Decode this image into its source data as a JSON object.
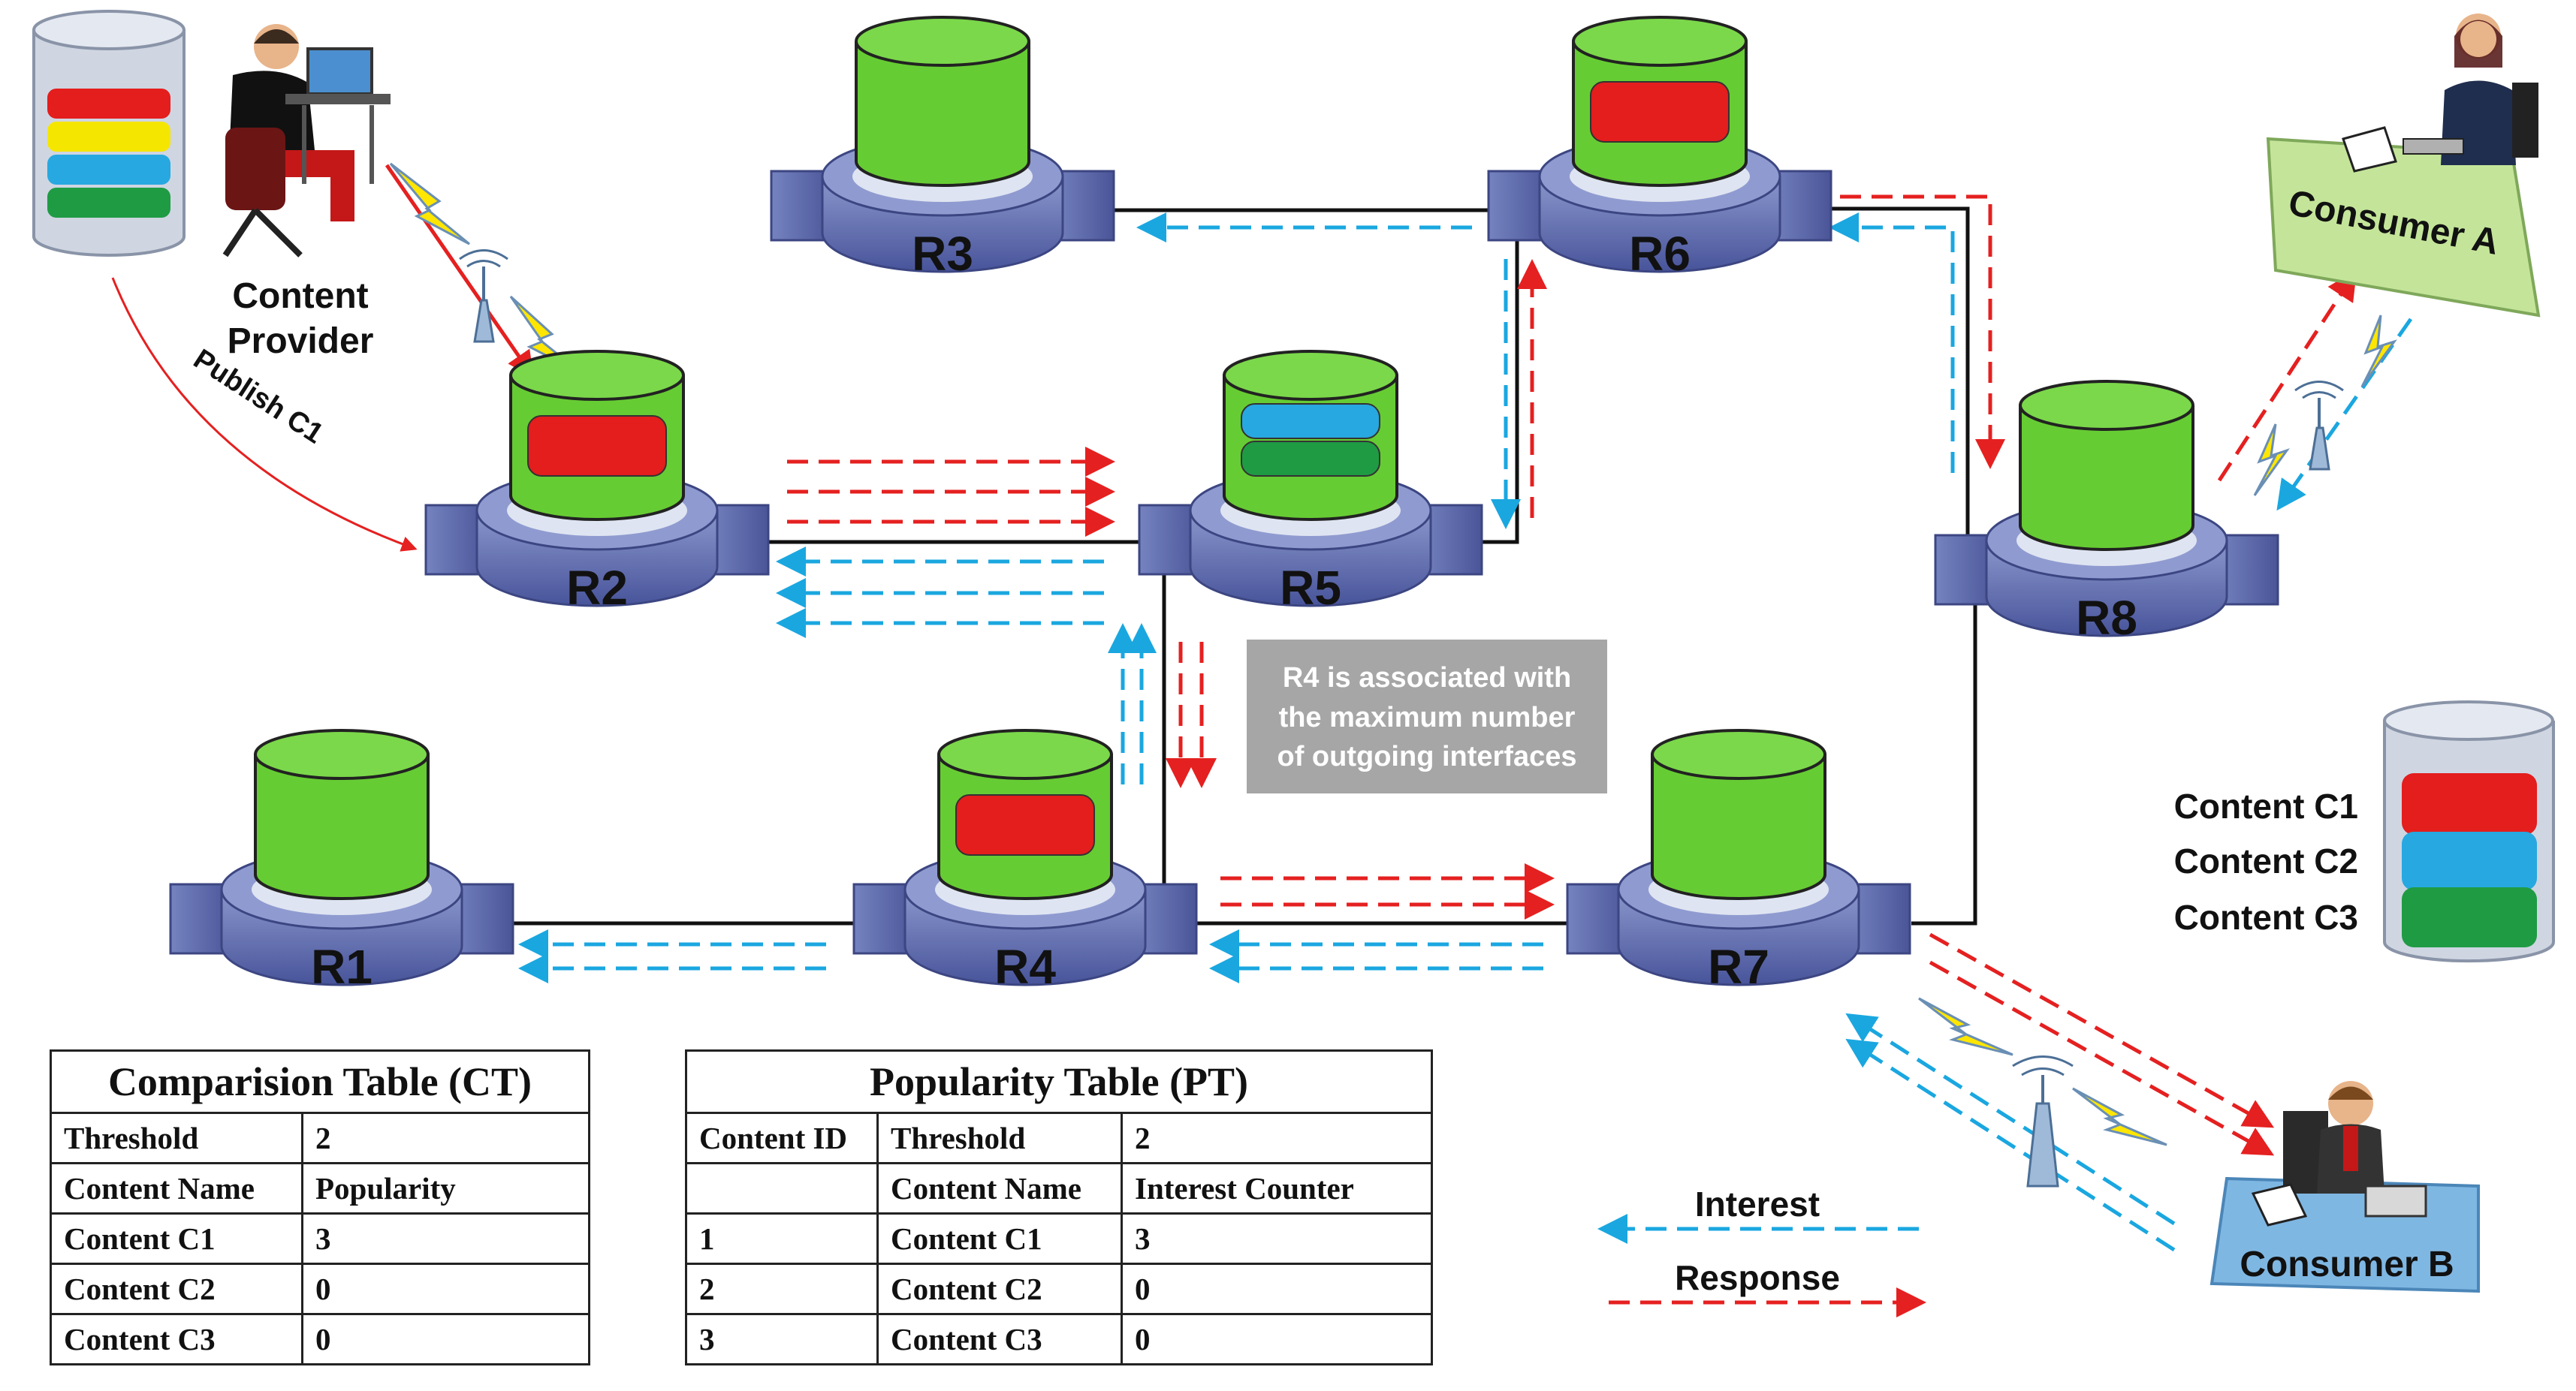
{
  "routers": [
    {
      "name": "R1",
      "cache": []
    },
    {
      "name": "R2",
      "cache": [
        "red"
      ]
    },
    {
      "name": "R3",
      "cache": []
    },
    {
      "name": "R4",
      "cache": [
        "red"
      ]
    },
    {
      "name": "R5",
      "cache": [
        "blue",
        "green"
      ]
    },
    {
      "name": "R6",
      "cache": [
        "red"
      ]
    },
    {
      "name": "R7",
      "cache": []
    },
    {
      "name": "R8",
      "cache": []
    }
  ],
  "content_provider": {
    "label_line1": "Content",
    "label_line2": "Provider",
    "publish_label": "Publish C1"
  },
  "consumers": {
    "a": "Consumer A",
    "b": "Consumer B"
  },
  "note": {
    "line1": "R4 is associated with",
    "line2": "the maximum number",
    "line3": "of outgoing interfaces"
  },
  "content_legend": [
    "Content C1",
    "Content C2",
    "Content C3"
  ],
  "arrow_legend": {
    "interest": "Interest",
    "response": "Response"
  },
  "colors": {
    "interest": "#1aa7e0",
    "response": "#e52020",
    "cache_green": "#66cc33",
    "c1": "#e41d1d",
    "c2": "#27a8e0",
    "c3": "#1f9b44",
    "router_body": "#6675b5",
    "note_bg": "#a6a6a6"
  },
  "comparison_table": {
    "title": "Comparision Table (CT)",
    "rows": [
      [
        "Threshold",
        "2"
      ],
      [
        "Content Name",
        "Popularity"
      ],
      [
        "Content C1",
        "3"
      ],
      [
        "Content C2",
        "0"
      ],
      [
        "Content C3",
        "0"
      ]
    ]
  },
  "popularity_table": {
    "title": "Popularity Table (PT)",
    "rows": [
      [
        "Content ID",
        "Threshold",
        "2"
      ],
      [
        "",
        "Content Name",
        "Interest Counter"
      ],
      [
        "1",
        "Content C1",
        "3"
      ],
      [
        "2",
        "Content C2",
        "0"
      ],
      [
        "3",
        "Content C3",
        "0"
      ]
    ]
  }
}
